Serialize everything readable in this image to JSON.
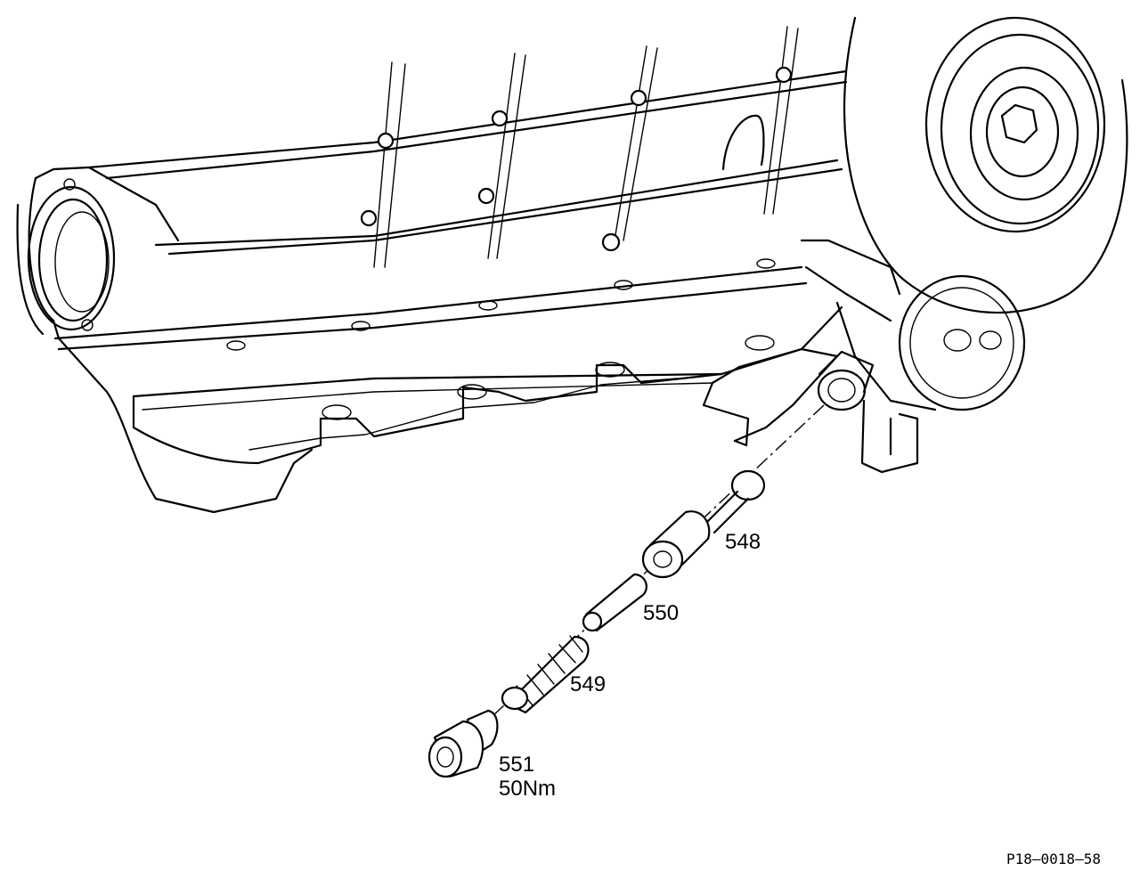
{
  "labels": {
    "p548": "548",
    "p550": "550",
    "p549": "549",
    "p551": "551",
    "p551_torque": "50Nm"
  },
  "figure_code": "P18—0018—58"
}
